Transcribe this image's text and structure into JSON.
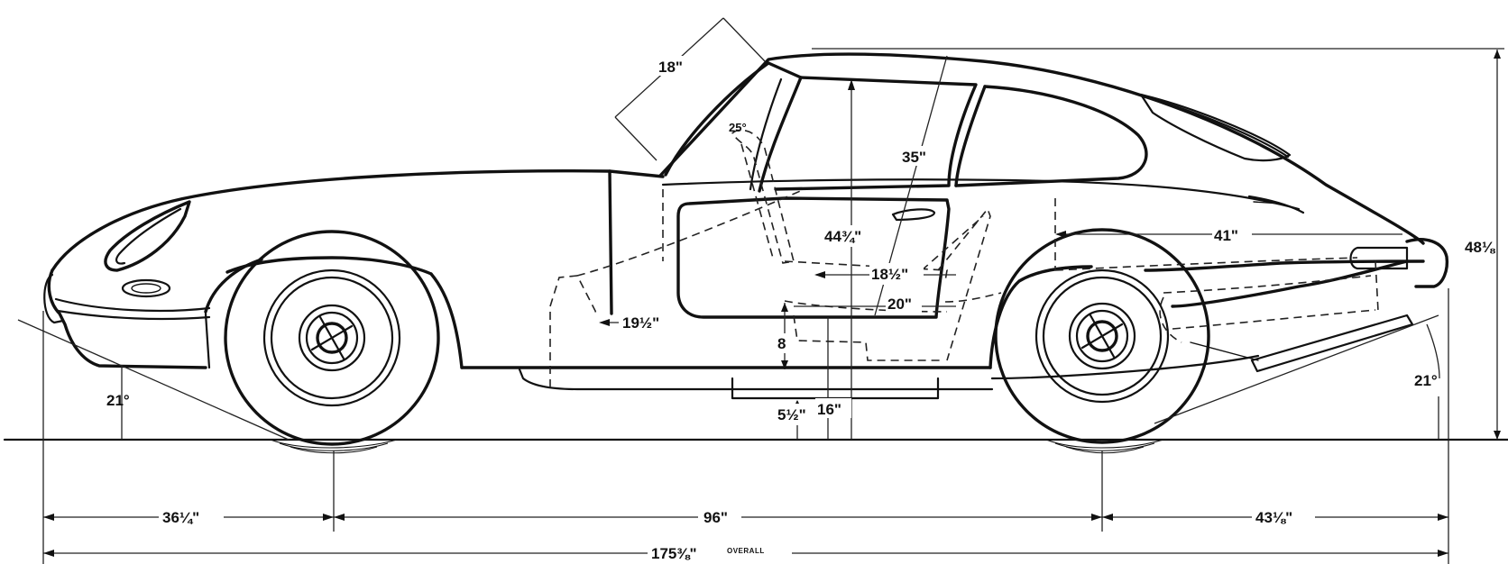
{
  "dimensions": {
    "windshield": "18\"",
    "seat_back_angle": "25°",
    "roof_diagonal": "35\"",
    "interior_height": "44¾\"",
    "cargo_length": "41\"",
    "overall_height": "48⅛",
    "seat_depth": "18½\"",
    "legroom": "20\"",
    "pedal_reach": "19½\"",
    "seat_height": "8",
    "floor_clearance": "5½\"",
    "ground_clearance": "16\"",
    "approach_angle": "21°",
    "departure_angle": "21°",
    "front_overhang": "36¼\"",
    "wheelbase": "96\"",
    "rear_overhang": "43⅛\"",
    "overall_length": "175⅜\"",
    "overall_suffix": "OVERALL"
  }
}
